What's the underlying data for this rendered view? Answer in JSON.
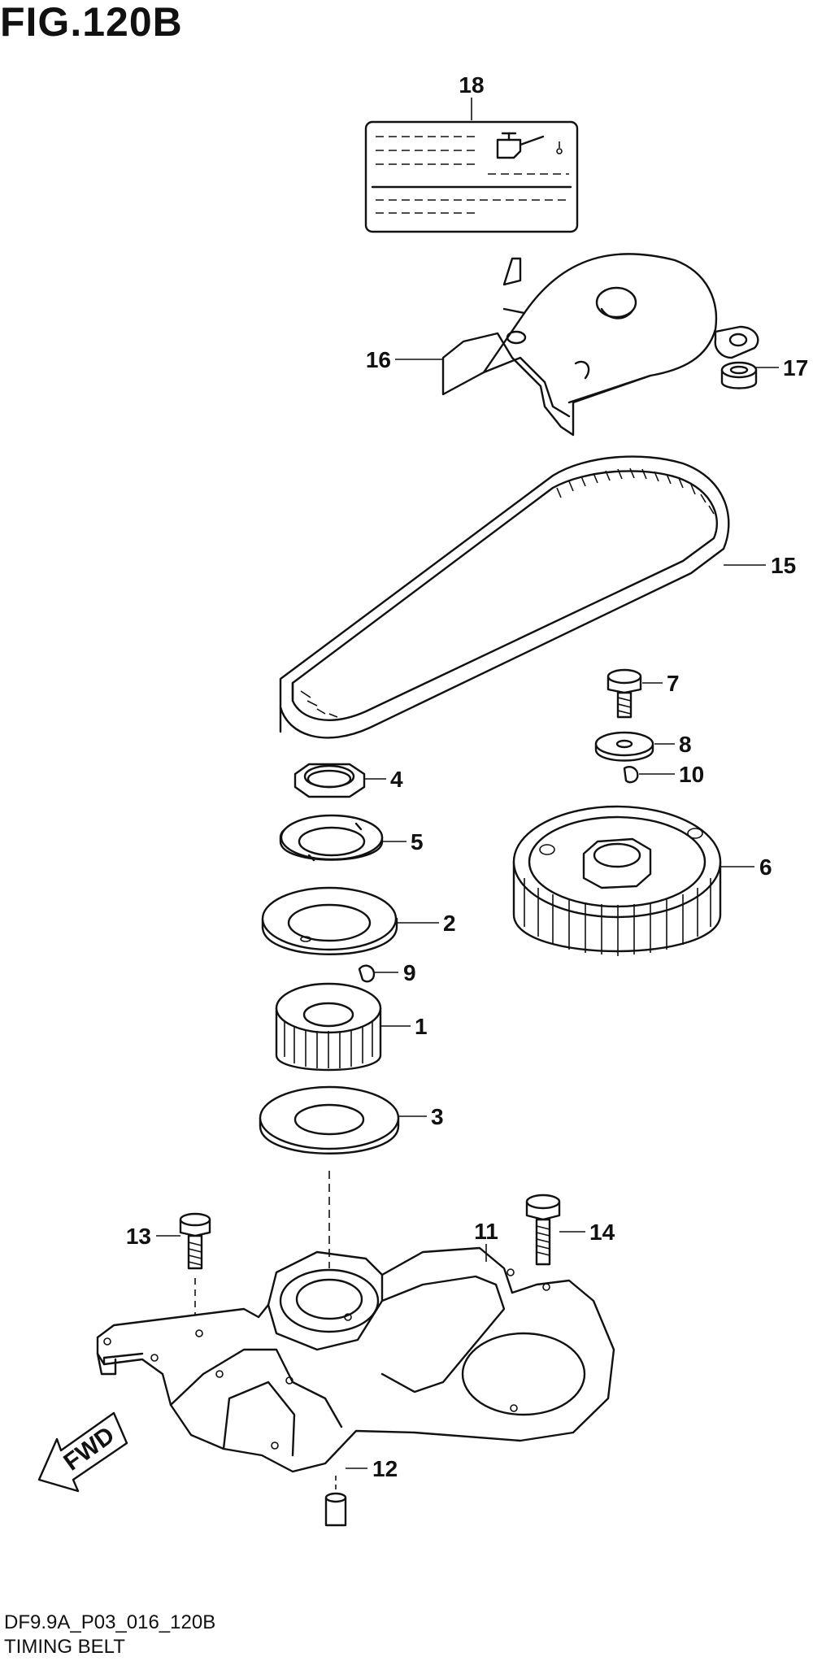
{
  "figure": {
    "title": "FIG.120B",
    "code": "DF9.9A_P03_016_120B",
    "caption": "TIMING BELT"
  },
  "direction_label": "FWD",
  "callouts": [
    {
      "id": "c1",
      "label": "1"
    },
    {
      "id": "c2",
      "label": "2"
    },
    {
      "id": "c3",
      "label": "3"
    },
    {
      "id": "c4",
      "label": "4"
    },
    {
      "id": "c5",
      "label": "5"
    },
    {
      "id": "c6",
      "label": "6"
    },
    {
      "id": "c7",
      "label": "7"
    },
    {
      "id": "c8",
      "label": "8"
    },
    {
      "id": "c9",
      "label": "9"
    },
    {
      "id": "c10",
      "label": "10"
    },
    {
      "id": "c11",
      "label": "11"
    },
    {
      "id": "c12",
      "label": "12"
    },
    {
      "id": "c13",
      "label": "13"
    },
    {
      "id": "c14",
      "label": "14"
    },
    {
      "id": "c15",
      "label": "15"
    },
    {
      "id": "c16",
      "label": "16"
    },
    {
      "id": "c17",
      "label": "17"
    },
    {
      "id": "c18",
      "label": "18"
    }
  ]
}
